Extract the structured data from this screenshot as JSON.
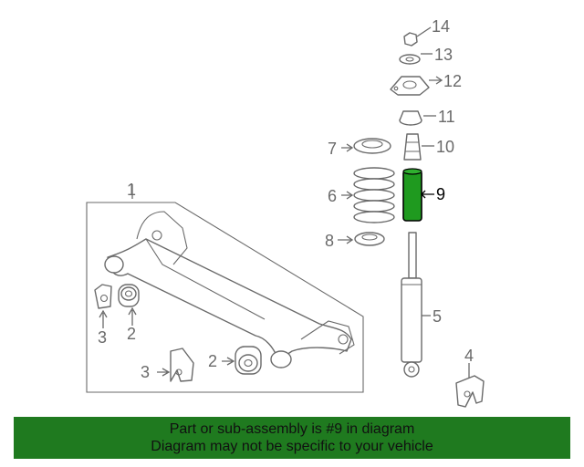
{
  "colors": {
    "highlight_part": "#1f9a1f",
    "banner_background": "#1f7a1f",
    "line_gray": "#6a6a6a"
  },
  "highlighted_part": "9",
  "callouts": [
    {
      "id": "c1",
      "number": "1"
    },
    {
      "id": "c2a",
      "number": "2"
    },
    {
      "id": "c2b",
      "number": "2"
    },
    {
      "id": "c3a",
      "number": "3"
    },
    {
      "id": "c3b",
      "number": "3"
    },
    {
      "id": "c4",
      "number": "4"
    },
    {
      "id": "c5",
      "number": "5"
    },
    {
      "id": "c6",
      "number": "6"
    },
    {
      "id": "c7",
      "number": "7"
    },
    {
      "id": "c8",
      "number": "8"
    },
    {
      "id": "c9",
      "number": "9"
    },
    {
      "id": "c10",
      "number": "10"
    },
    {
      "id": "c11",
      "number": "11"
    },
    {
      "id": "c12",
      "number": "12"
    },
    {
      "id": "c13",
      "number": "13"
    },
    {
      "id": "c14",
      "number": "14"
    }
  ],
  "banner": {
    "line1": "Part or sub-assembly is #9 in diagram",
    "line2": "Diagram may not be specific to your vehicle"
  }
}
